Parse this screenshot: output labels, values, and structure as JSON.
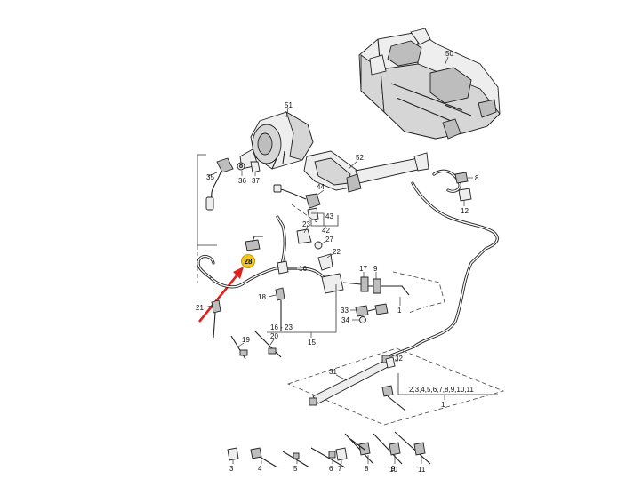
{
  "highlight": {
    "part": "28",
    "badge_color": "#f5c518",
    "arrow_color": "#e3211c"
  },
  "labels": {
    "p50": "50",
    "p51": "51",
    "p52": "52",
    "p35": "35",
    "p36": "36",
    "p37": "37",
    "p44": "44",
    "p43": "43",
    "p42": "42",
    "p23": "23",
    "p27": "27",
    "p22": "22",
    "p16": "16",
    "p17": "17",
    "p9": "9",
    "p18": "18",
    "p21": "21",
    "p19": "19",
    "p20": "20",
    "p33": "33",
    "p34": "34",
    "p1a": "1",
    "p8": "8",
    "p12": "12",
    "p16_23": "16 - 23",
    "p15": "15",
    "p31": "31",
    "p32": "32",
    "p2_11": "2,3,4,5,6,7,8,9,10,11",
    "p1b": "1",
    "b3": "3",
    "b4": "4",
    "b5": "5",
    "b6": "6",
    "b7": "7",
    "b8": "8",
    "b9": "9",
    "b10": "10",
    "b11": "11"
  }
}
